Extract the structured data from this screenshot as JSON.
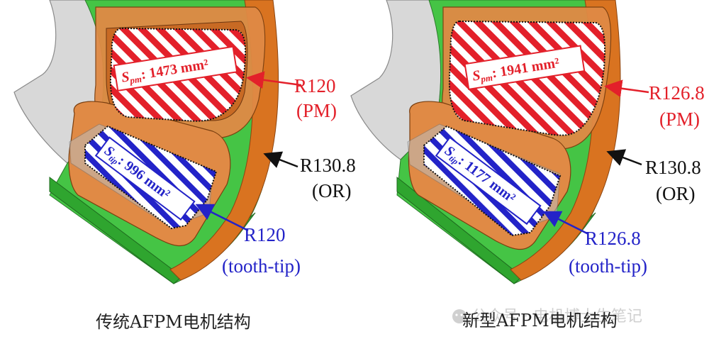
{
  "left": {
    "pm_area": {
      "symbol": "S",
      "sub": "pm",
      "value": ": 1473 mm²"
    },
    "tip_area": {
      "symbol": "S",
      "sub": "tip",
      "value": ": 996 mm²"
    },
    "pm_radius": "R120",
    "pm_label": "(PM)",
    "or_radius": "R130.8",
    "or_label": "(OR)",
    "tip_radius": "R120",
    "tip_label": "(tooth-tip)",
    "caption": "传统AFPM电机结构"
  },
  "right": {
    "pm_area": {
      "symbol": "S",
      "sub": "pm",
      "value": ": 1941 mm²"
    },
    "tip_area": {
      "symbol": "S",
      "sub": "tip",
      "value": ": 1177 mm²"
    },
    "pm_radius": "R126.8",
    "pm_label": "(PM)",
    "or_radius": "R130.8",
    "or_label": "(OR)",
    "tip_radius": "R126.8",
    "tip_label": "(tooth-tip)",
    "caption": "新型AFPM电机结构"
  },
  "watermark": "公众号 · 电机博士生笔记",
  "colors": {
    "pm_red": "#e3202a",
    "tip_blue": "#2323c8",
    "rotor_green": "#3fbf3f",
    "coil_orange": "#d9751e",
    "housing_gray": "#d6d6d6"
  }
}
